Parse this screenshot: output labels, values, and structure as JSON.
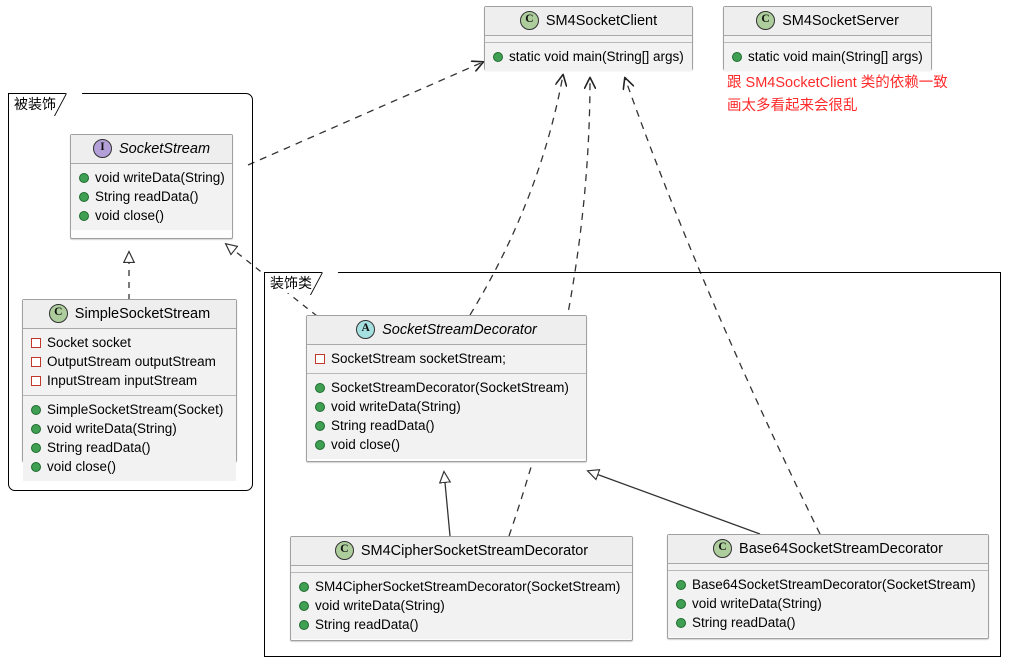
{
  "diagram": {
    "title": "Decorator pattern UML class diagram",
    "colors": {
      "class_badge": "#adce9c",
      "interface_badge": "#b4a0d8",
      "abstract_badge": "#a5dfdf",
      "note_text": "#ff2a2a",
      "box_fill": "#f2f2f2",
      "header_fill": "#eeeeee",
      "border": "#a0a0a0"
    }
  },
  "packages": [
    {
      "id": "decorated",
      "label": "被装饰"
    },
    {
      "id": "decorators",
      "label": "装饰类"
    }
  ],
  "classes": {
    "sm4_socket_client": {
      "stereotype": "C",
      "name": "SM4SocketClient",
      "fields": [],
      "methods": [
        {
          "visibility": "public",
          "text": "static void main(String[] args)"
        }
      ]
    },
    "sm4_socket_server": {
      "stereotype": "C",
      "name": "SM4SocketServer",
      "fields": [],
      "methods": [
        {
          "visibility": "public",
          "text": "static void main(String[] args)"
        }
      ]
    },
    "socket_stream": {
      "stereotype": "I",
      "name": "SocketStream",
      "fields": [],
      "methods": [
        {
          "visibility": "public",
          "text": "void writeData(String)"
        },
        {
          "visibility": "public",
          "text": "String readData()"
        },
        {
          "visibility": "public",
          "text": "void close()"
        }
      ]
    },
    "simple_socket_stream": {
      "stereotype": "C",
      "name": "SimpleSocketStream",
      "fields": [
        {
          "visibility": "private",
          "text": "Socket socket"
        },
        {
          "visibility": "private",
          "text": "OutputStream outputStream"
        },
        {
          "visibility": "private",
          "text": "InputStream inputStream"
        }
      ],
      "methods": [
        {
          "visibility": "public",
          "text": "SimpleSocketStream(Socket)"
        },
        {
          "visibility": "public",
          "text": "void writeData(String)"
        },
        {
          "visibility": "public",
          "text": "String readData()"
        },
        {
          "visibility": "public",
          "text": "void close()"
        }
      ]
    },
    "socket_stream_decorator": {
      "stereotype": "A",
      "name": "SocketStreamDecorator",
      "fields": [
        {
          "visibility": "private",
          "text": "SocketStream socketStream;"
        }
      ],
      "methods": [
        {
          "visibility": "public",
          "text": "SocketStreamDecorator(SocketStream)"
        },
        {
          "visibility": "public",
          "text": "void writeData(String)"
        },
        {
          "visibility": "public",
          "text": "String readData()"
        },
        {
          "visibility": "public",
          "text": "void close()"
        }
      ]
    },
    "sm4_cipher_socket_stream_decorator": {
      "stereotype": "C",
      "name": "SM4CipherSocketStreamDecorator",
      "fields": [],
      "methods": [
        {
          "visibility": "public",
          "text": "SM4CipherSocketStreamDecorator(SocketStream)"
        },
        {
          "visibility": "public",
          "text": "void writeData(String)"
        },
        {
          "visibility": "public",
          "text": "String readData()"
        }
      ]
    },
    "base64_socket_stream_decorator": {
      "stereotype": "C",
      "name": "Base64SocketStreamDecorator",
      "fields": [],
      "methods": [
        {
          "visibility": "public",
          "text": "Base64SocketStreamDecorator(SocketStream)"
        },
        {
          "visibility": "public",
          "text": "void writeData(String)"
        },
        {
          "visibility": "public",
          "text": "String readData()"
        }
      ]
    }
  },
  "notes": {
    "server_note": {
      "line1": "跟 SM4SocketClient 类的依赖一致",
      "line2": "画太多看起来会很乱"
    }
  },
  "relations": [
    {
      "from": "simple_socket_stream",
      "to": "socket_stream",
      "type": "realization"
    },
    {
      "from": "socket_stream_decorator",
      "to": "socket_stream",
      "type": "realization"
    },
    {
      "from": "sm4_cipher_socket_stream_decorator",
      "to": "socket_stream_decorator",
      "type": "generalization"
    },
    {
      "from": "base64_socket_stream_decorator",
      "to": "socket_stream_decorator",
      "type": "generalization"
    },
    {
      "from": "socket_stream",
      "to": "sm4_socket_client",
      "type": "dependency"
    },
    {
      "from": "socket_stream_decorator",
      "to": "sm4_socket_client",
      "type": "dependency"
    },
    {
      "from": "sm4_cipher_socket_stream_decorator",
      "to": "sm4_socket_client",
      "type": "dependency"
    },
    {
      "from": "base64_socket_stream_decorator",
      "to": "sm4_socket_client",
      "type": "dependency"
    }
  ]
}
